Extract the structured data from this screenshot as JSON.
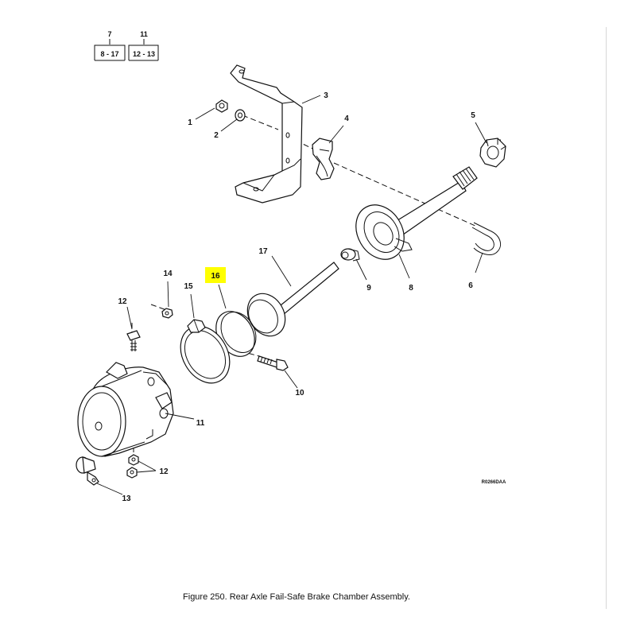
{
  "reference_block": {
    "left": {
      "top": "7",
      "bottom": "8 - 17"
    },
    "right": {
      "top": "11",
      "bottom": "12 - 13"
    }
  },
  "callouts": {
    "c1": "1",
    "c2": "2",
    "c3": "3",
    "c4": "4",
    "c5": "5",
    "c6": "6",
    "c7": "8",
    "c8": "9",
    "c9": "10",
    "c10": "11",
    "c11": "12",
    "c12": "12",
    "c13": "13",
    "c14": "14",
    "c15": "15",
    "c16": "16",
    "c17": "17"
  },
  "highlighted_callout": "16",
  "highlight_color": "#ffff00",
  "drawing_code": "R0266DAA",
  "caption": "Figure  250.   Rear Axle Fail-Safe Brake Chamber Assembly."
}
